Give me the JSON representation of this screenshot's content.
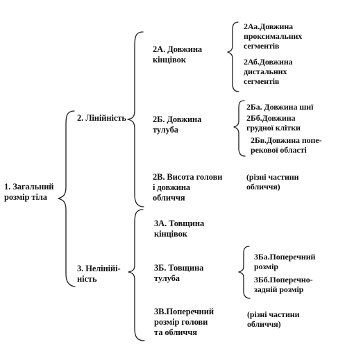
{
  "root": {
    "label": "1. Загальний\nрозмір тіла"
  },
  "level2": {
    "linearity": "2. Лінійність",
    "nonlinearity": "3. Нелінійі-\nність"
  },
  "level3": {
    "limb_length": "2А. Довжина\nкінцівок",
    "trunk_length": "2Б. Довжина\nтулуба",
    "head_height": "2В. Висота голови\nі довжина\nобличчя",
    "limb_thickness": "3А. Товщина\nкінцівок",
    "trunk_thickness": "3Б. Товщина\nтулуба",
    "head_cross": "3В.Поперечний\nрозмір голови\nта обличчя"
  },
  "level4": {
    "proximal": "2Аа.Довжина\nпроксимальних\nсегментів",
    "distal": "2Аб.Довжина\nдистальних\nсегментів",
    "neck": "2Ба. Довжина шиї",
    "chest": "2Бб.Довжина\nгрудної клітки",
    "lumbar": "2Бв.Довжина попе-\nрекової області",
    "head_parts": "(різні частини\nобличчя)",
    "transverse": "3Ба.Поперечний\nрозмір",
    "anteroposterior": "3Бб.Поперечно-\nзадній розмір",
    "face_parts": "(різні частини\nобличчя)"
  }
}
